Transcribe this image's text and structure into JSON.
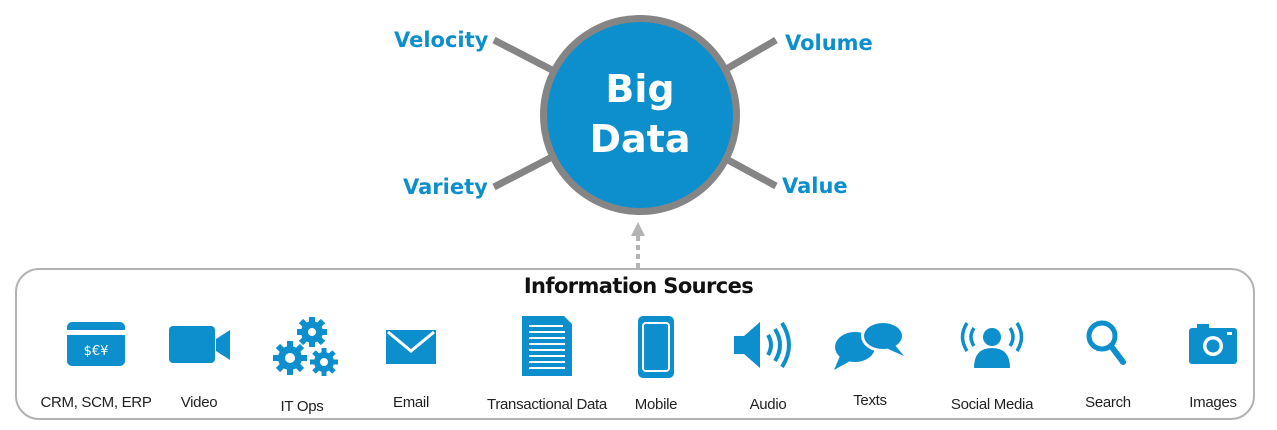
{
  "hub": {
    "title_line1": "Big",
    "title_line2": "Data",
    "fill_color": "#0d8fce",
    "ring_color": "#858585"
  },
  "attributes": {
    "velocity": "Velocity",
    "volume": "Volume",
    "variety": "Variety",
    "value": "Value"
  },
  "sources": {
    "title": "Information Sources",
    "icon_color": "#0d8fce",
    "items": [
      {
        "label": "CRM, SCM, ERP",
        "icon": "credit-card-icon"
      },
      {
        "label": "Video",
        "icon": "video-camera-icon"
      },
      {
        "label": "IT Ops",
        "icon": "gears-icon"
      },
      {
        "label": "Email",
        "icon": "envelope-icon"
      },
      {
        "label": "Transactional Data",
        "icon": "document-icon"
      },
      {
        "label": "Mobile",
        "icon": "mobile-phone-icon"
      },
      {
        "label": "Audio",
        "icon": "speaker-icon"
      },
      {
        "label": "Texts",
        "icon": "chat-bubbles-icon"
      },
      {
        "label": "Social Media",
        "icon": "person-broadcast-icon"
      },
      {
        "label": "Search",
        "icon": "magnifier-icon"
      },
      {
        "label": "Images",
        "icon": "camera-icon"
      }
    ]
  }
}
